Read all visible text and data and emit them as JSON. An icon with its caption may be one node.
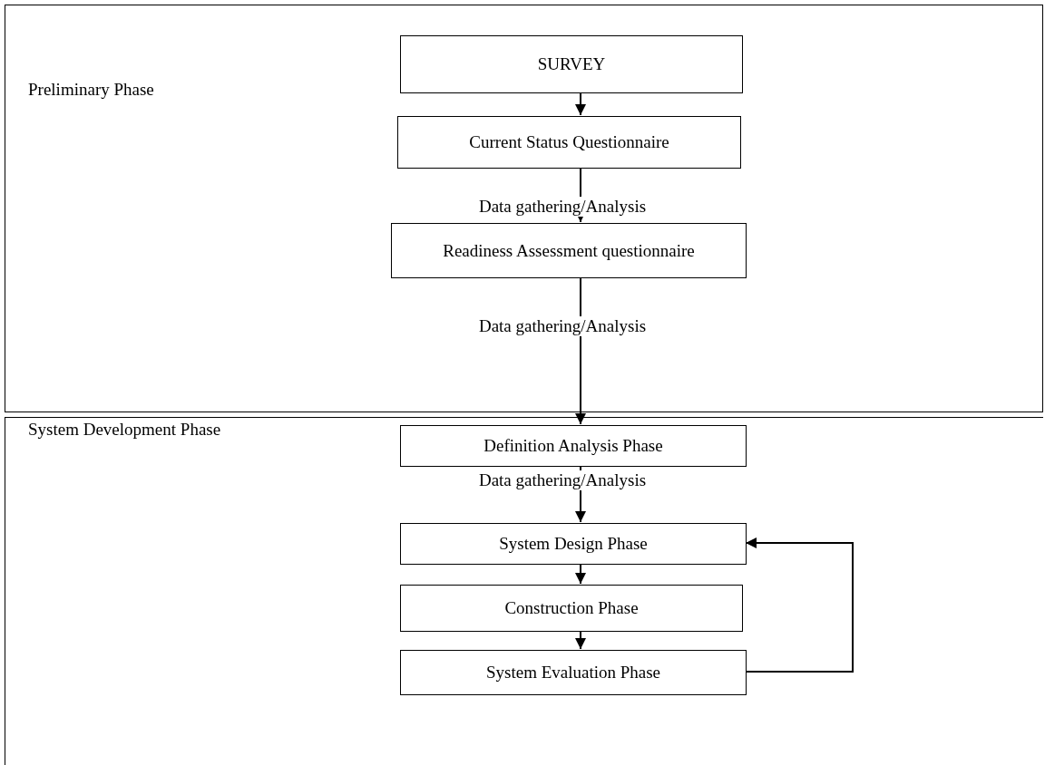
{
  "diagram": {
    "nodes": [
      {
        "text": [
          "Preliminary Phase"
        ]
      },
      {
        "text": [
          "System Development Phase"
        ]
      },
      {
        "text": [
          "SURVEY"
        ],
        "in": 0
      },
      {
        "text": [
          "Current Status Questionnaire"
        ],
        "in": 0
      },
      {
        "text": [
          "Readiness Assessment questionnaire"
        ],
        "in": 0
      },
      {
        "text": [
          "Definition Analysis Phase"
        ],
        "in": 1
      },
      {
        "text": [
          "System Design Phase"
        ],
        "in": 1
      },
      {
        "text": [
          "Construction Phase"
        ],
        "in": 1
      },
      {
        "text": [
          "System Evaluation Phase"
        ],
        "in": 1
      }
    ],
    "edges": [
      {
        "from": 2,
        "to": 3,
        "arrow": "to"
      },
      {
        "from": 3,
        "to": 4,
        "arrow": "to",
        "label": "Data gathering/Analysis"
      },
      {
        "from": 4,
        "to": 5,
        "arrow": "to",
        "label": "Data gathering/Analysis"
      },
      {
        "from": 5,
        "to": 6,
        "arrow": "to",
        "label": "Data gathering/Analysis"
      },
      {
        "from": 6,
        "to": 7,
        "arrow": "to"
      },
      {
        "from": 7,
        "to": 8,
        "arrow": "to"
      },
      {
        "from": 8,
        "to": 6,
        "arrow": "to"
      }
    ]
  }
}
